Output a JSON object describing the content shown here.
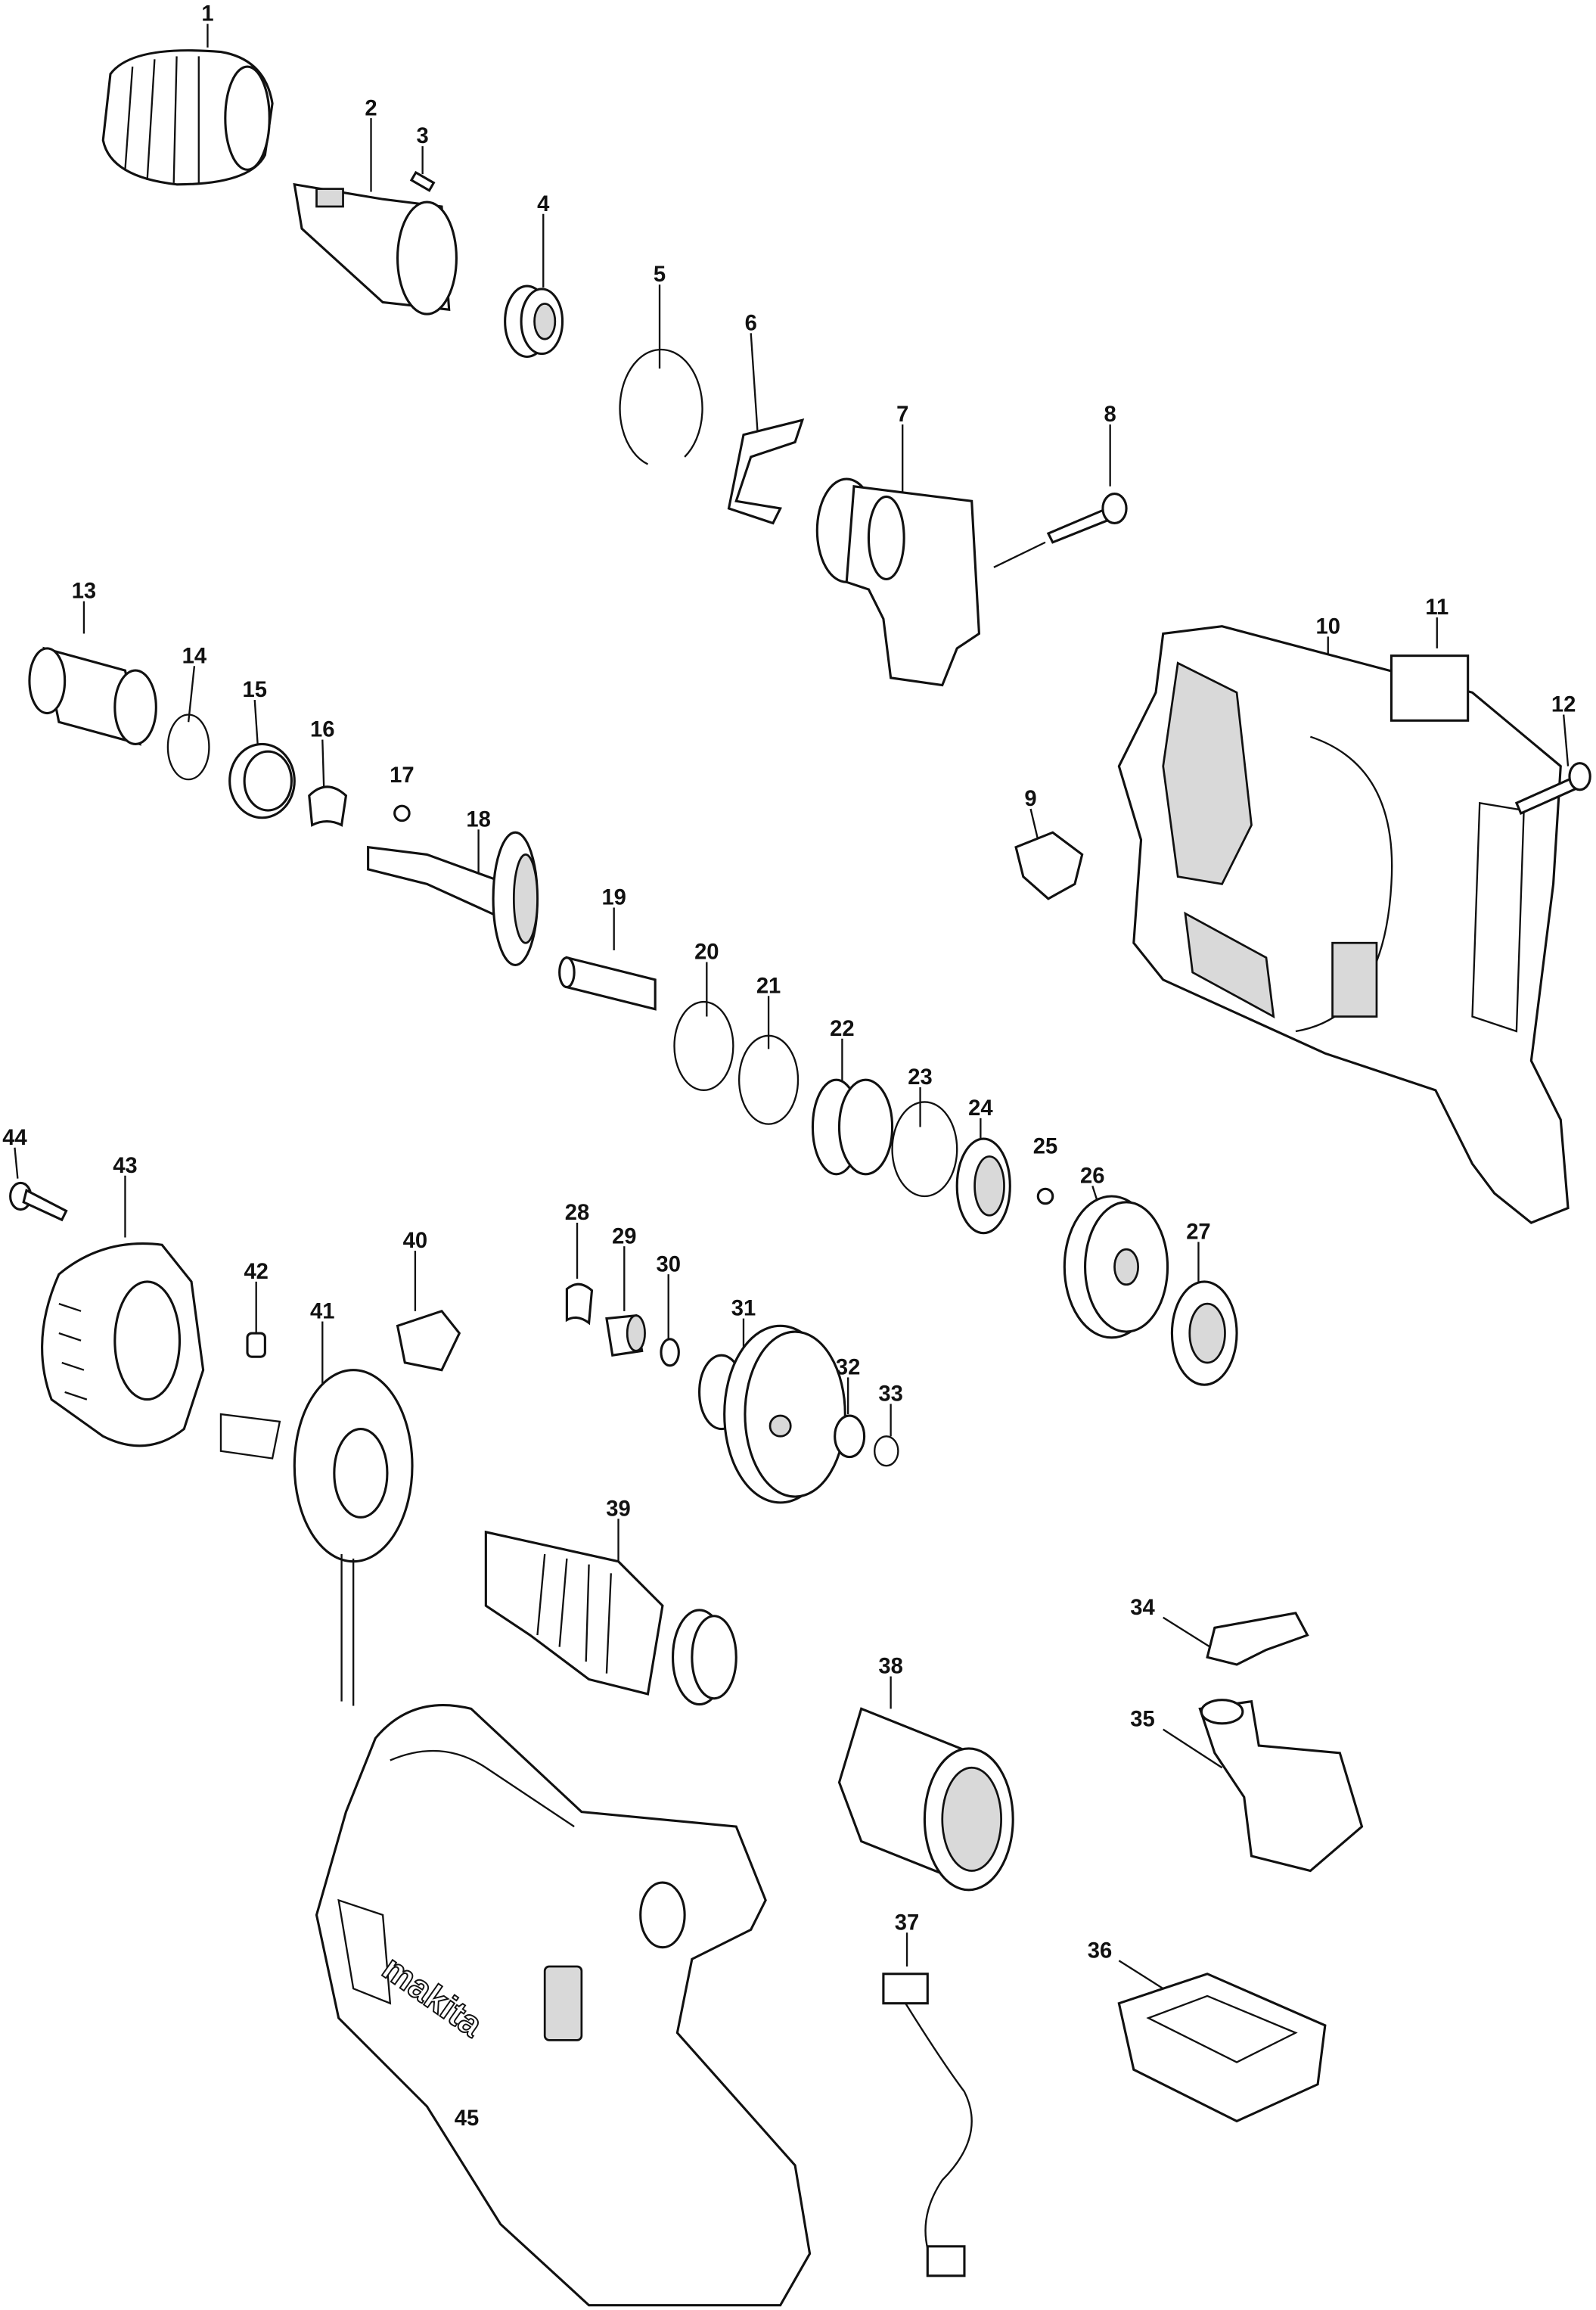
{
  "diagram": {
    "type": "exploded parts diagram",
    "brand_logo_text": "makita",
    "labels": [
      "1",
      "2",
      "3",
      "4",
      "5",
      "6",
      "7",
      "8",
      "9",
      "10",
      "11",
      "12",
      "13",
      "14",
      "15",
      "16",
      "17",
      "18",
      "19",
      "20",
      "21",
      "22",
      "23",
      "24",
      "25",
      "26",
      "27",
      "28",
      "29",
      "30",
      "31",
      "32",
      "33",
      "34",
      "35",
      "36",
      "37",
      "38",
      "39",
      "40",
      "41",
      "42",
      "43",
      "44",
      "45"
    ]
  }
}
